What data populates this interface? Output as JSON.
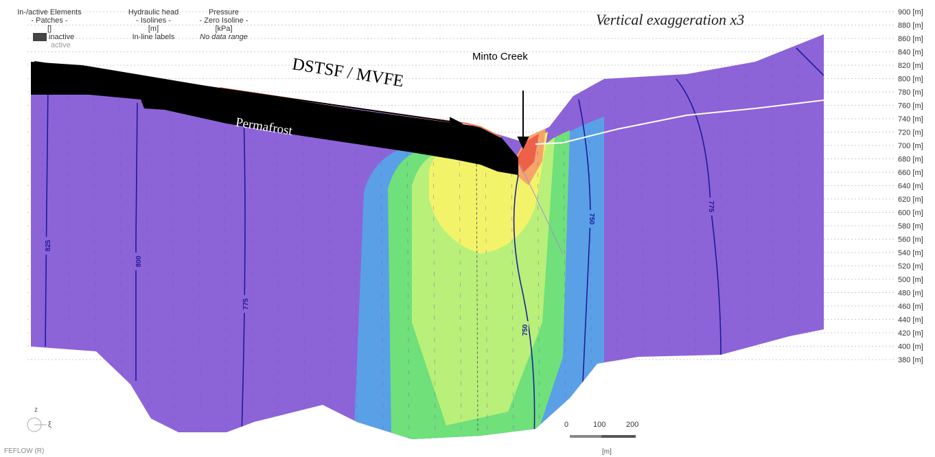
{
  "legend": {
    "elements": {
      "title": "In-/active Elements",
      "sub": "- Patches -",
      "unit": "[]",
      "inactive": "inactive",
      "active": "active"
    },
    "head": {
      "title": "Hydraulic head",
      "sub": "- Isolines -",
      "unit": "[m]",
      "note": "In-line labels"
    },
    "pressure": {
      "title": "Pressure",
      "sub": "- Zero Isoline -",
      "unit": "[kPa]",
      "note": "No data range"
    }
  },
  "annotations": {
    "vertical_exaggeration": "Vertical exaggeration x3",
    "dstsf": "DSTSF / MVFE",
    "creek": "Minto Creek",
    "permafrost": "Permafrost"
  },
  "elevation_axis": [
    "900 [m]",
    "880 [m]",
    "860 [m]",
    "840 [m]",
    "820 [m]",
    "800 [m]",
    "780 [m]",
    "760 [m]",
    "740 [m]",
    "720 [m]",
    "700 [m]",
    "680 [m]",
    "660 [m]",
    "640 [m]",
    "620 [m]",
    "600 [m]",
    "580 [m]",
    "560 [m]",
    "540 [m]",
    "520 [m]",
    "500 [m]",
    "480 [m]",
    "460 [m]",
    "440 [m]",
    "420 [m]",
    "400 [m]",
    "380 [m]"
  ],
  "isoline_labels": [
    "825",
    "800",
    "775",
    "750",
    "750",
    "775"
  ],
  "scale_bar": {
    "ticks": [
      "0",
      "100",
      "200"
    ],
    "unit": "[m]"
  },
  "axis_triad": {
    "z": "z",
    "xi": "ξ"
  },
  "footer": "FEFLOW (R)",
  "colors": {
    "purple": "#8d63d8",
    "blue": "#5aa0e6",
    "green": "#6fe07a",
    "lightgreen": "#b8f07a",
    "yellow": "#f3f36a",
    "orange": "#f6a46a",
    "red": "#ee6048",
    "isoline": "#1c1c9c",
    "permafrost": "#000000"
  }
}
